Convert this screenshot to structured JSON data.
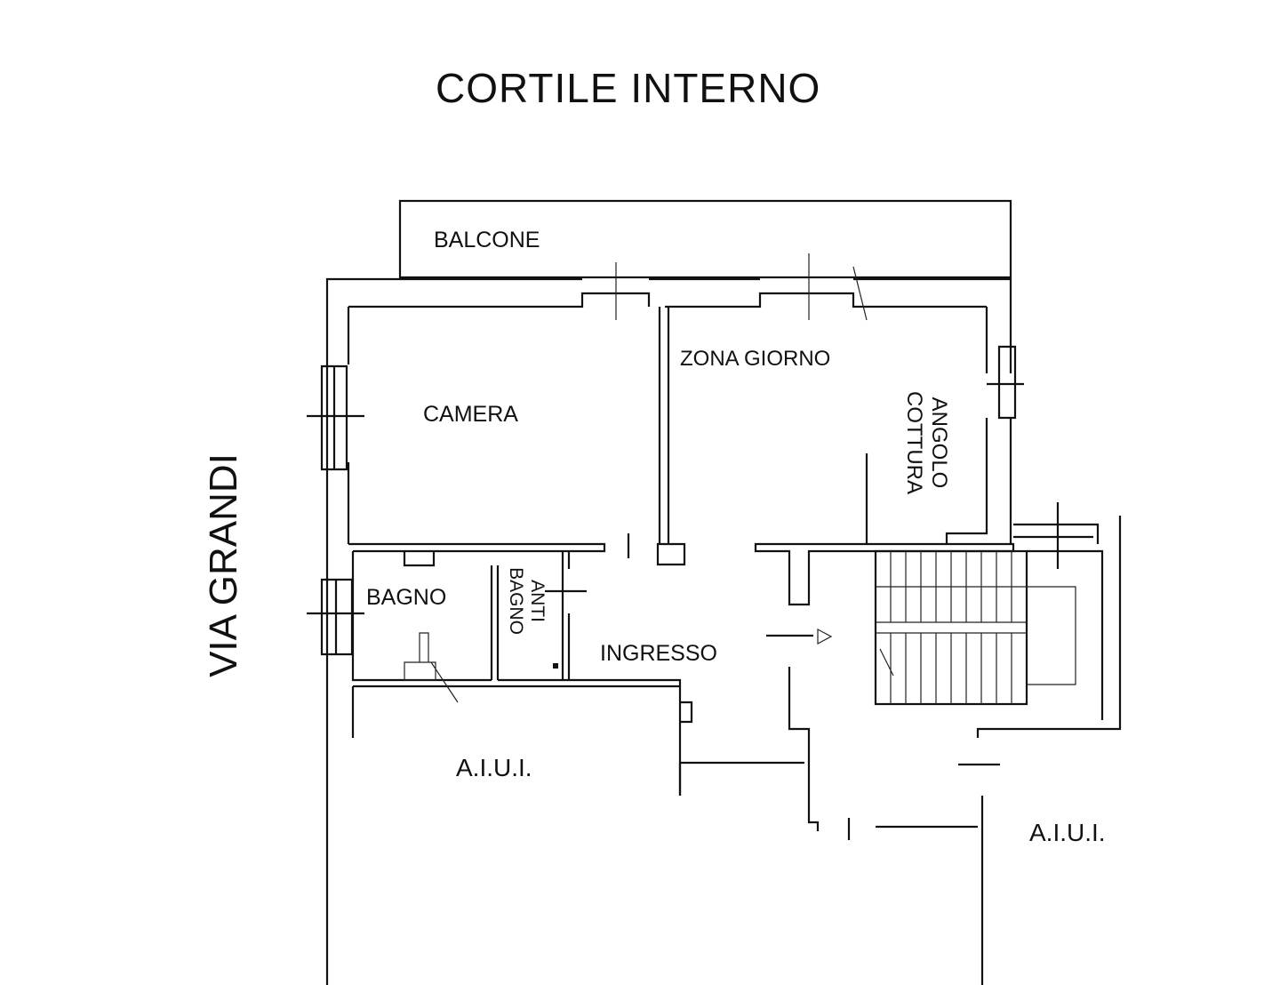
{
  "title": "CORTILE INTERNO",
  "street": "VIA GRANDI",
  "rooms": {
    "balcone": "BALCONE",
    "camera": "CAMERA",
    "zona_giorno": "ZONA GIORNO",
    "angolo_cottura": "ANGOLO COTTURA",
    "bagno": "BAGNO",
    "anti_bagno": "ANTI BAGNO",
    "ingresso": "INGRESSO",
    "aiui_left": "A.I.U.I.",
    "aiui_right": "A.I.U.I."
  },
  "colors": {
    "ink": "#111111",
    "background": "#ffffff"
  }
}
